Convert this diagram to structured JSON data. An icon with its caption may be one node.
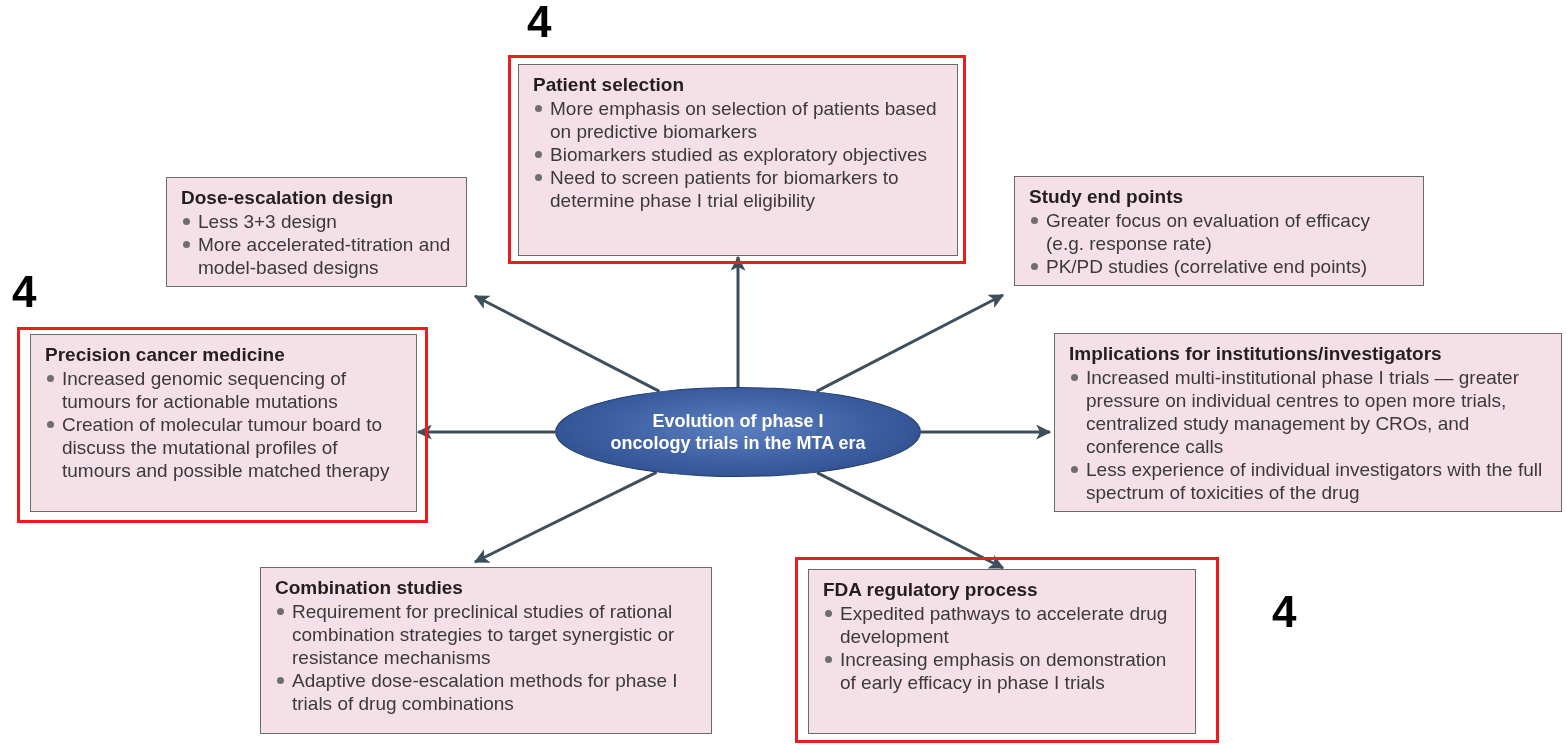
{
  "diagram": {
    "nodes": [
      {
        "text": [],
        "shape": "box",
        "beside": [
          "4"
        ]
      },
      {
        "text": [
          "Patient selection",
          "More emphasis on selection of patients based on predictive biomarkers",
          "Biomarkers studied as exploratory objectives",
          "Need to screen patients for biomarkers to determine phase I trial eligibility"
        ],
        "in": 0
      },
      {
        "text": [
          "Dose-escalation design",
          "Less 3+3 design",
          "More accelerated-titration and model-based designs"
        ]
      },
      {
        "text": [
          "Study end points",
          "Greater focus on evaluation of efficacy (e.g. response rate)",
          "PK/PD studies  (correlative end points)"
        ]
      },
      {
        "text": [],
        "shape": "box",
        "beside": [
          "4"
        ]
      },
      {
        "text": [
          "Precision cancer medicine",
          "Increased genomic sequencing of tumours for actionable mutations",
          "Creation of molecular tumour board to discuss the mutational profiles of tumours and possible matched therapy"
        ],
        "in": 4
      },
      {
        "text": [
          "Evolution of phase I oncology trials in the MTA era"
        ]
      },
      {
        "text": [
          "Implications for institutions/investigators",
          "Increased multi-institutional phase I trials — greater pressure on individual centres to open more trials, centralized study management by CROs, and conference calls",
          "Less experience of individual investigators with the full spectrum of toxicities of the drug"
        ]
      },
      {
        "text": [
          "Combination studies",
          "Requirement for preclinical studies of rational combination strategies to target synergistic or resistance mechanisms",
          "Adaptive dose-escalation methods for phase I trials of drug combinations"
        ]
      },
      {
        "text": [],
        "shape": "box",
        "beside": [
          "4"
        ]
      },
      {
        "text": [
          "FDA regulatory process",
          "Expedited pathways to accelerate drug development",
          "Increasing emphasis on demonstration of early efficacy in phase I trials"
        ],
        "in": 9
      }
    ],
    "edges": [
      {
        "from": 6,
        "to": 1,
        "arrow": "to"
      },
      {
        "from": 6,
        "to": 2,
        "arrow": "to"
      },
      {
        "from": 6,
        "to": 3,
        "arrow": "to"
      },
      {
        "from": 6,
        "to": 5,
        "arrow": "to"
      },
      {
        "from": 6,
        "to": 7,
        "arrow": "to"
      },
      {
        "from": 6,
        "to": 8,
        "arrow": "to"
      },
      {
        "from": 6,
        "to": 10,
        "arrow": "to"
      }
    ]
  }
}
